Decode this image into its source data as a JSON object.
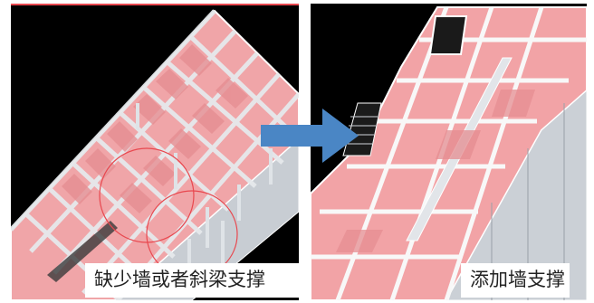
{
  "left_panel": {
    "caption": "缺少墙或者斜梁支撑",
    "view": "3d-structural-model-before"
  },
  "right_panel": {
    "caption": "添加墙支撑",
    "view": "3d-structural-model-after"
  },
  "arrow_icon": "right-arrow-icon",
  "colors": {
    "background": "#000000",
    "slab": "#f4a3a5",
    "slab_dark": "#e88f92",
    "wall": "#cfd3d8",
    "wall_dark": "#9aa0a8",
    "edge": "#ffffff",
    "marker": "#e8484f",
    "arrow": "#4a86c5"
  }
}
